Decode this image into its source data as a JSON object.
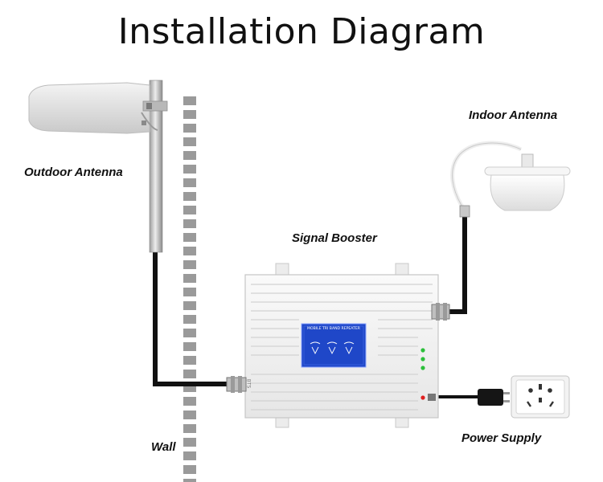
{
  "title": "Installation Diagram",
  "labels": {
    "outdoor_antenna": "Outdoor Antenna",
    "indoor_antenna": "Indoor Antenna",
    "signal_booster": "Signal Booster",
    "wall": "Wall",
    "power_supply": "Power Supply"
  },
  "booster": {
    "screen_title": "MOBILE TRI BAND REPEATER",
    "port_label": "BTS"
  },
  "colors": {
    "cable": "#111111",
    "wall_dash": "#9a9a9a",
    "screen": "#1f47c8",
    "booster_body": "#f2f2f2",
    "led_green": "#2bbf3a",
    "led_red": "#e02020"
  }
}
